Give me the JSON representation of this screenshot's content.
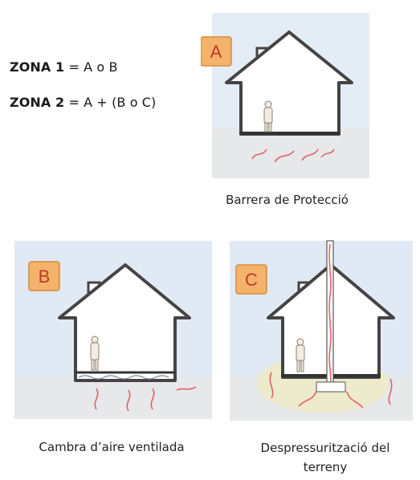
{
  "legend": [
    {
      "zone": "ZONA 1",
      "formula": "= A o B"
    },
    {
      "zone": "ZONA 2",
      "formula": "= A + (B o C)"
    }
  ],
  "panels": [
    {
      "badge": "A",
      "caption": "Barrera de Protecció"
    },
    {
      "badge": "B",
      "caption": "Cambra d’aire ventilada"
    },
    {
      "badge": "C",
      "caption": "Despressurització del terreny"
    }
  ],
  "colors": {
    "badge_fill": "#f3b36a",
    "badge_border": "#d8893a",
    "badge_text": "#c0392b",
    "sky": "#dbe6f2",
    "ground": "#e7e8ea",
    "radon": "#e0606a"
  }
}
